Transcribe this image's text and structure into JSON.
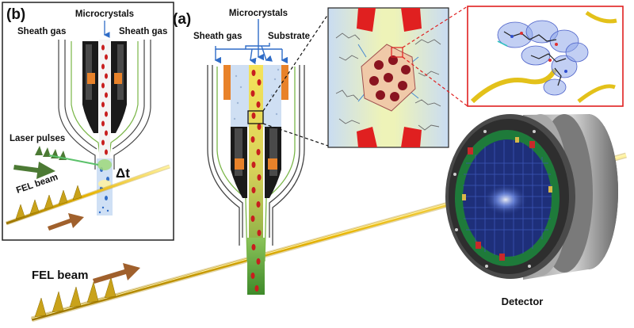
{
  "panel_b": {
    "panel_label": "(b)",
    "microcrystals": "Microcrystals",
    "sheath_left": "Sheath gas",
    "sheath_right": "Sheath gas",
    "laser_pulses": "Laser pulses",
    "delay": "Δt",
    "fel_beam": "FEL beam"
  },
  "panel_a": {
    "panel_label": "(a)",
    "microcrystals": "Microcrystals",
    "sheath_gas": "Sheath gas",
    "substrate": "Substrate",
    "fel_beam": "FEL beam",
    "detector": "Detector"
  },
  "colors": {
    "beam": "#e8b400",
    "crystal_red": "#c81e1e",
    "sheath_green": "#7ab648",
    "substrate_blue": "#2f6cc7",
    "arrow_brown": "#a0602c",
    "laser_green": "#4c7a34",
    "zoom_red": "#e02020",
    "detector_panel": "#1e2f7a"
  }
}
